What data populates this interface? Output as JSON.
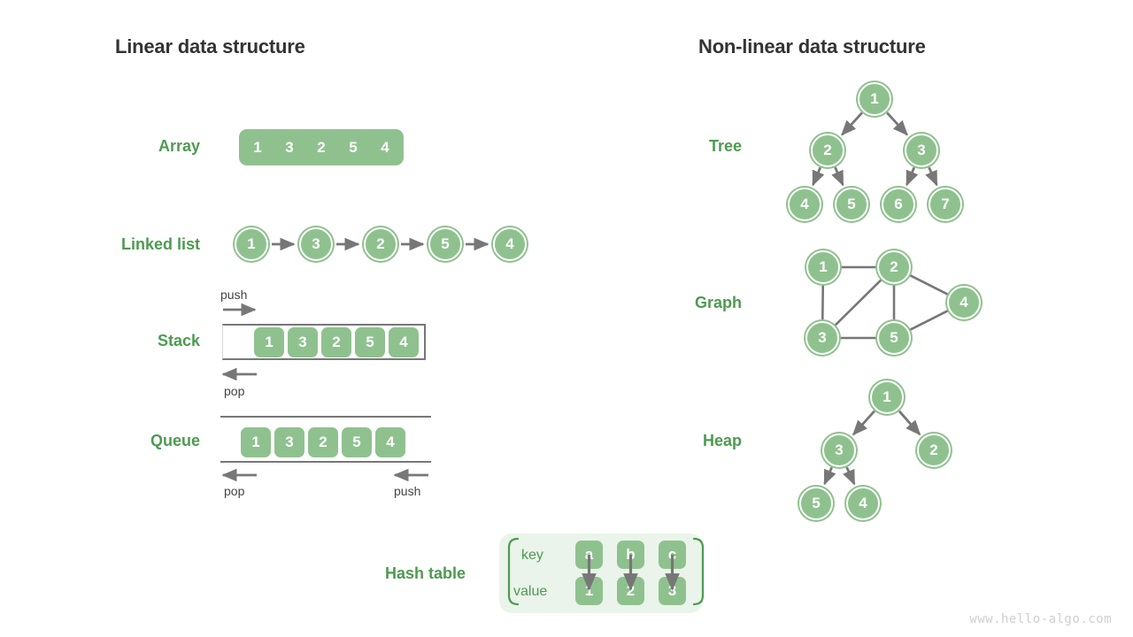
{
  "columns": {
    "left_title": "Linear data structure",
    "right_title": "Non-linear data structure"
  },
  "watermark": "www.hello-algo.com",
  "colors": {
    "green_fill": "#8fc18f",
    "green_text": "#4e9a51",
    "panel_bg": "#eaf4ea",
    "arrow_gray": "#777777",
    "title_dark": "#333333",
    "watermark_gray": "#cfcfcf"
  },
  "linear": {
    "array": {
      "label": "Array",
      "values": [
        "1",
        "3",
        "2",
        "5",
        "4"
      ]
    },
    "linked_list": {
      "label": "Linked list",
      "values": [
        "1",
        "3",
        "2",
        "5",
        "4"
      ]
    },
    "stack": {
      "label": "Stack",
      "values": [
        "1",
        "3",
        "2",
        "5",
        "4"
      ],
      "push_label": "push",
      "pop_label": "pop"
    },
    "queue": {
      "label": "Queue",
      "values": [
        "1",
        "3",
        "2",
        "5",
        "4"
      ],
      "pop_label": "pop",
      "push_label": "push"
    },
    "hash_table": {
      "label": "Hash table",
      "key_label": "key",
      "value_label": "value",
      "keys": [
        "a",
        "b",
        "c"
      ],
      "values": [
        "1",
        "2",
        "3"
      ]
    }
  },
  "nonlinear": {
    "tree": {
      "label": "Tree",
      "nodes": [
        "1",
        "2",
        "3",
        "4",
        "5",
        "6",
        "7"
      ],
      "edges": [
        [
          0,
          1
        ],
        [
          0,
          2
        ],
        [
          1,
          3
        ],
        [
          1,
          4
        ],
        [
          2,
          5
        ],
        [
          2,
          6
        ]
      ]
    },
    "graph": {
      "label": "Graph",
      "nodes": [
        "1",
        "2",
        "3",
        "4",
        "5"
      ],
      "edges": [
        [
          0,
          1
        ],
        [
          0,
          2
        ],
        [
          1,
          2
        ],
        [
          1,
          4
        ],
        [
          1,
          3
        ],
        [
          2,
          4
        ],
        [
          4,
          3
        ]
      ]
    },
    "heap": {
      "label": "Heap",
      "nodes": [
        "1",
        "3",
        "2",
        "5",
        "4"
      ],
      "edges": [
        [
          0,
          1
        ],
        [
          0,
          2
        ],
        [
          1,
          3
        ],
        [
          1,
          4
        ]
      ]
    }
  }
}
